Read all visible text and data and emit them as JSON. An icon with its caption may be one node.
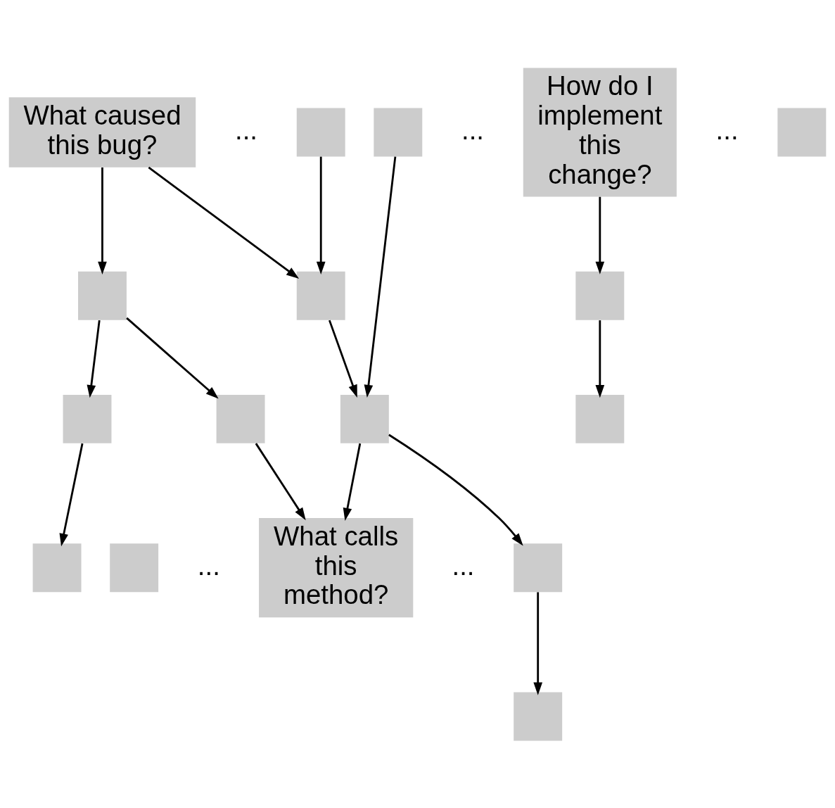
{
  "diagram": {
    "nodes": [
      {
        "text": [
          "What caused this bug?"
        ]
      },
      {
        "text": [],
        "shape": "box"
      },
      {
        "text": [],
        "shape": "box"
      },
      {
        "text": [
          "How do I implement this change?"
        ]
      },
      {
        "text": [],
        "shape": "box"
      },
      {
        "text": [],
        "shape": "box"
      },
      {
        "text": [],
        "shape": "box"
      },
      {
        "text": [],
        "shape": "box"
      },
      {
        "text": [],
        "shape": "box"
      },
      {
        "text": [],
        "shape": "box"
      },
      {
        "text": [],
        "shape": "box"
      },
      {
        "text": [],
        "shape": "box"
      },
      {
        "text": [
          "What calls this method?"
        ]
      },
      {
        "text": [],
        "shape": "box"
      },
      {
        "text": [],
        "shape": "box"
      },
      {
        "text": [],
        "shape": "box"
      },
      {
        "text": [],
        "shape": "box"
      }
    ],
    "edges": [
      {
        "from": 0,
        "to": 6,
        "arrow": "to"
      },
      {
        "from": 0,
        "to": 5,
        "arrow": "to"
      },
      {
        "from": 1,
        "to": 5,
        "arrow": "to"
      },
      {
        "from": 2,
        "to": 9,
        "arrow": "to"
      },
      {
        "from": 3,
        "to": 4,
        "arrow": "to"
      },
      {
        "from": 5,
        "to": 9,
        "arrow": "to"
      },
      {
        "from": 6,
        "to": 7,
        "arrow": "to"
      },
      {
        "from": 6,
        "to": 8,
        "arrow": "to"
      },
      {
        "from": 7,
        "to": 10,
        "arrow": "to"
      },
      {
        "from": 8,
        "to": 12,
        "arrow": "to"
      },
      {
        "from": 9,
        "to": 12,
        "arrow": "to"
      },
      {
        "from": 9,
        "to": 11,
        "arrow": "to"
      },
      {
        "from": 4,
        "to": 13,
        "arrow": "to"
      },
      {
        "from": 11,
        "to": 15,
        "arrow": "to"
      }
    ],
    "labels": [
      "...",
      "...",
      "...",
      "...",
      "..."
    ]
  }
}
